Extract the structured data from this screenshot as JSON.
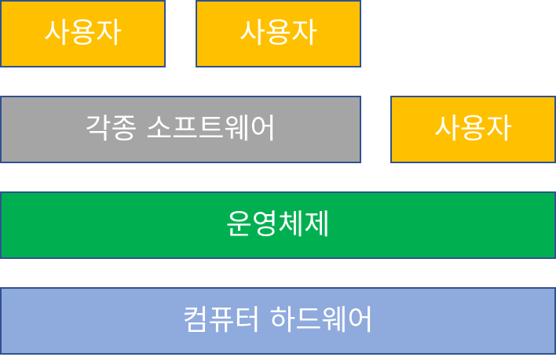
{
  "diagram": {
    "users": [
      {
        "label": "사용자"
      },
      {
        "label": "사용자"
      },
      {
        "label": "사용자"
      }
    ],
    "software": {
      "label": "각종 소프트웨어"
    },
    "os": {
      "label": "운영체제"
    },
    "hardware": {
      "label": "컴퓨터 하드웨어"
    },
    "colors": {
      "user": "#ffc000",
      "software": "#a5a5a5",
      "os": "#00b050",
      "hardware": "#8faadc",
      "border": "#2f528f",
      "text": "#ffffff"
    }
  }
}
